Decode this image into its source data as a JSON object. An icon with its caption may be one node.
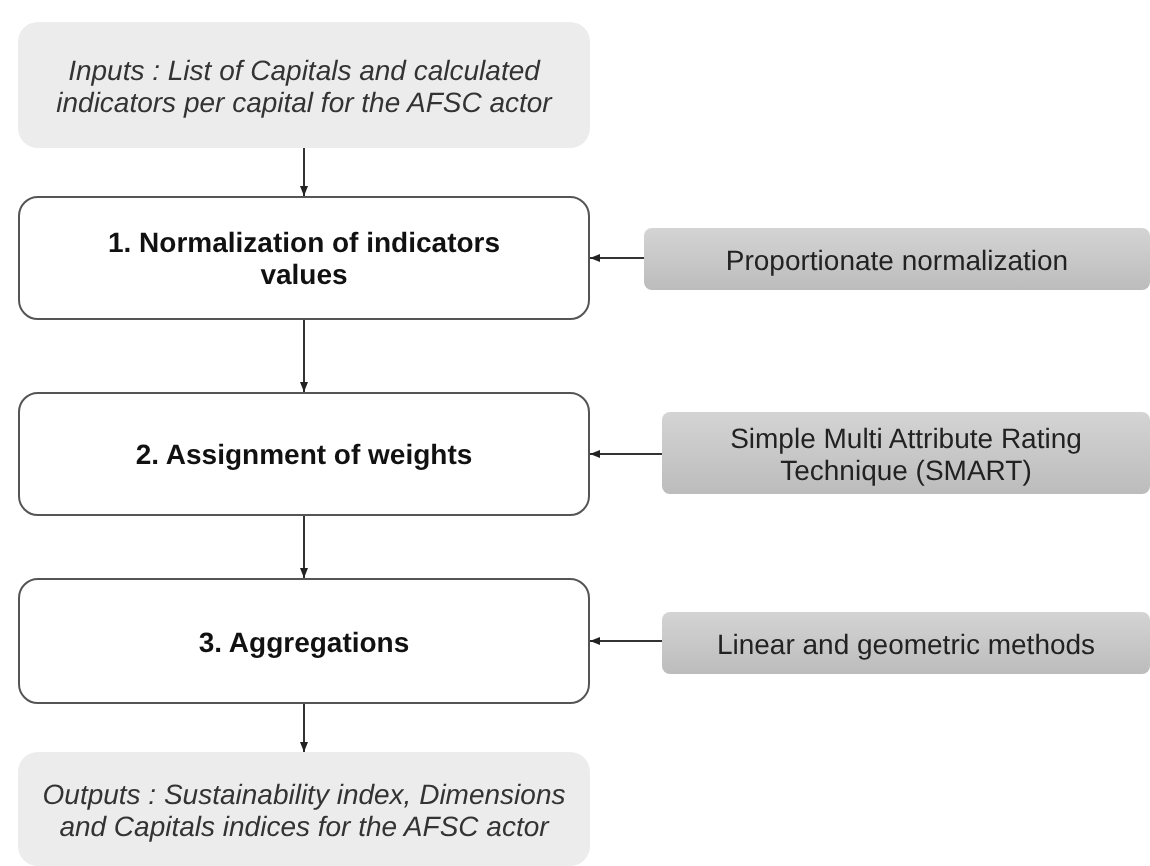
{
  "diagram": {
    "nodes": [
      {
        "text": [
          "Inputs : List of Capitals and calculated indicators per capital for the AFSC actor"
        ]
      },
      {
        "text": [
          "1. Normalization of indicators values"
        ]
      },
      {
        "text": [
          "2. Assignment of weights"
        ]
      },
      {
        "text": [
          "3. Aggregations"
        ]
      },
      {
        "text": [
          "Outputs : Sustainability index, Dimensions and Capitals indices for the AFSC actor"
        ]
      },
      {
        "text": [
          "Proportionate normalization"
        ]
      },
      {
        "text": [
          "Simple Multi Attribute Rating Technique (SMART)"
        ]
      },
      {
        "text": [
          "Linear and geometric methods"
        ]
      }
    ],
    "edges": [
      {
        "from": 0,
        "to": 1,
        "arrow": "to"
      },
      {
        "from": 1,
        "to": 2,
        "arrow": "to"
      },
      {
        "from": 2,
        "to": 3,
        "arrow": "to"
      },
      {
        "from": 3,
        "to": 4,
        "arrow": "to"
      },
      {
        "from": 5,
        "to": 1,
        "arrow": "to"
      },
      {
        "from": 6,
        "to": 2,
        "arrow": "to"
      },
      {
        "from": 7,
        "to": 3,
        "arrow": "to"
      }
    ]
  }
}
